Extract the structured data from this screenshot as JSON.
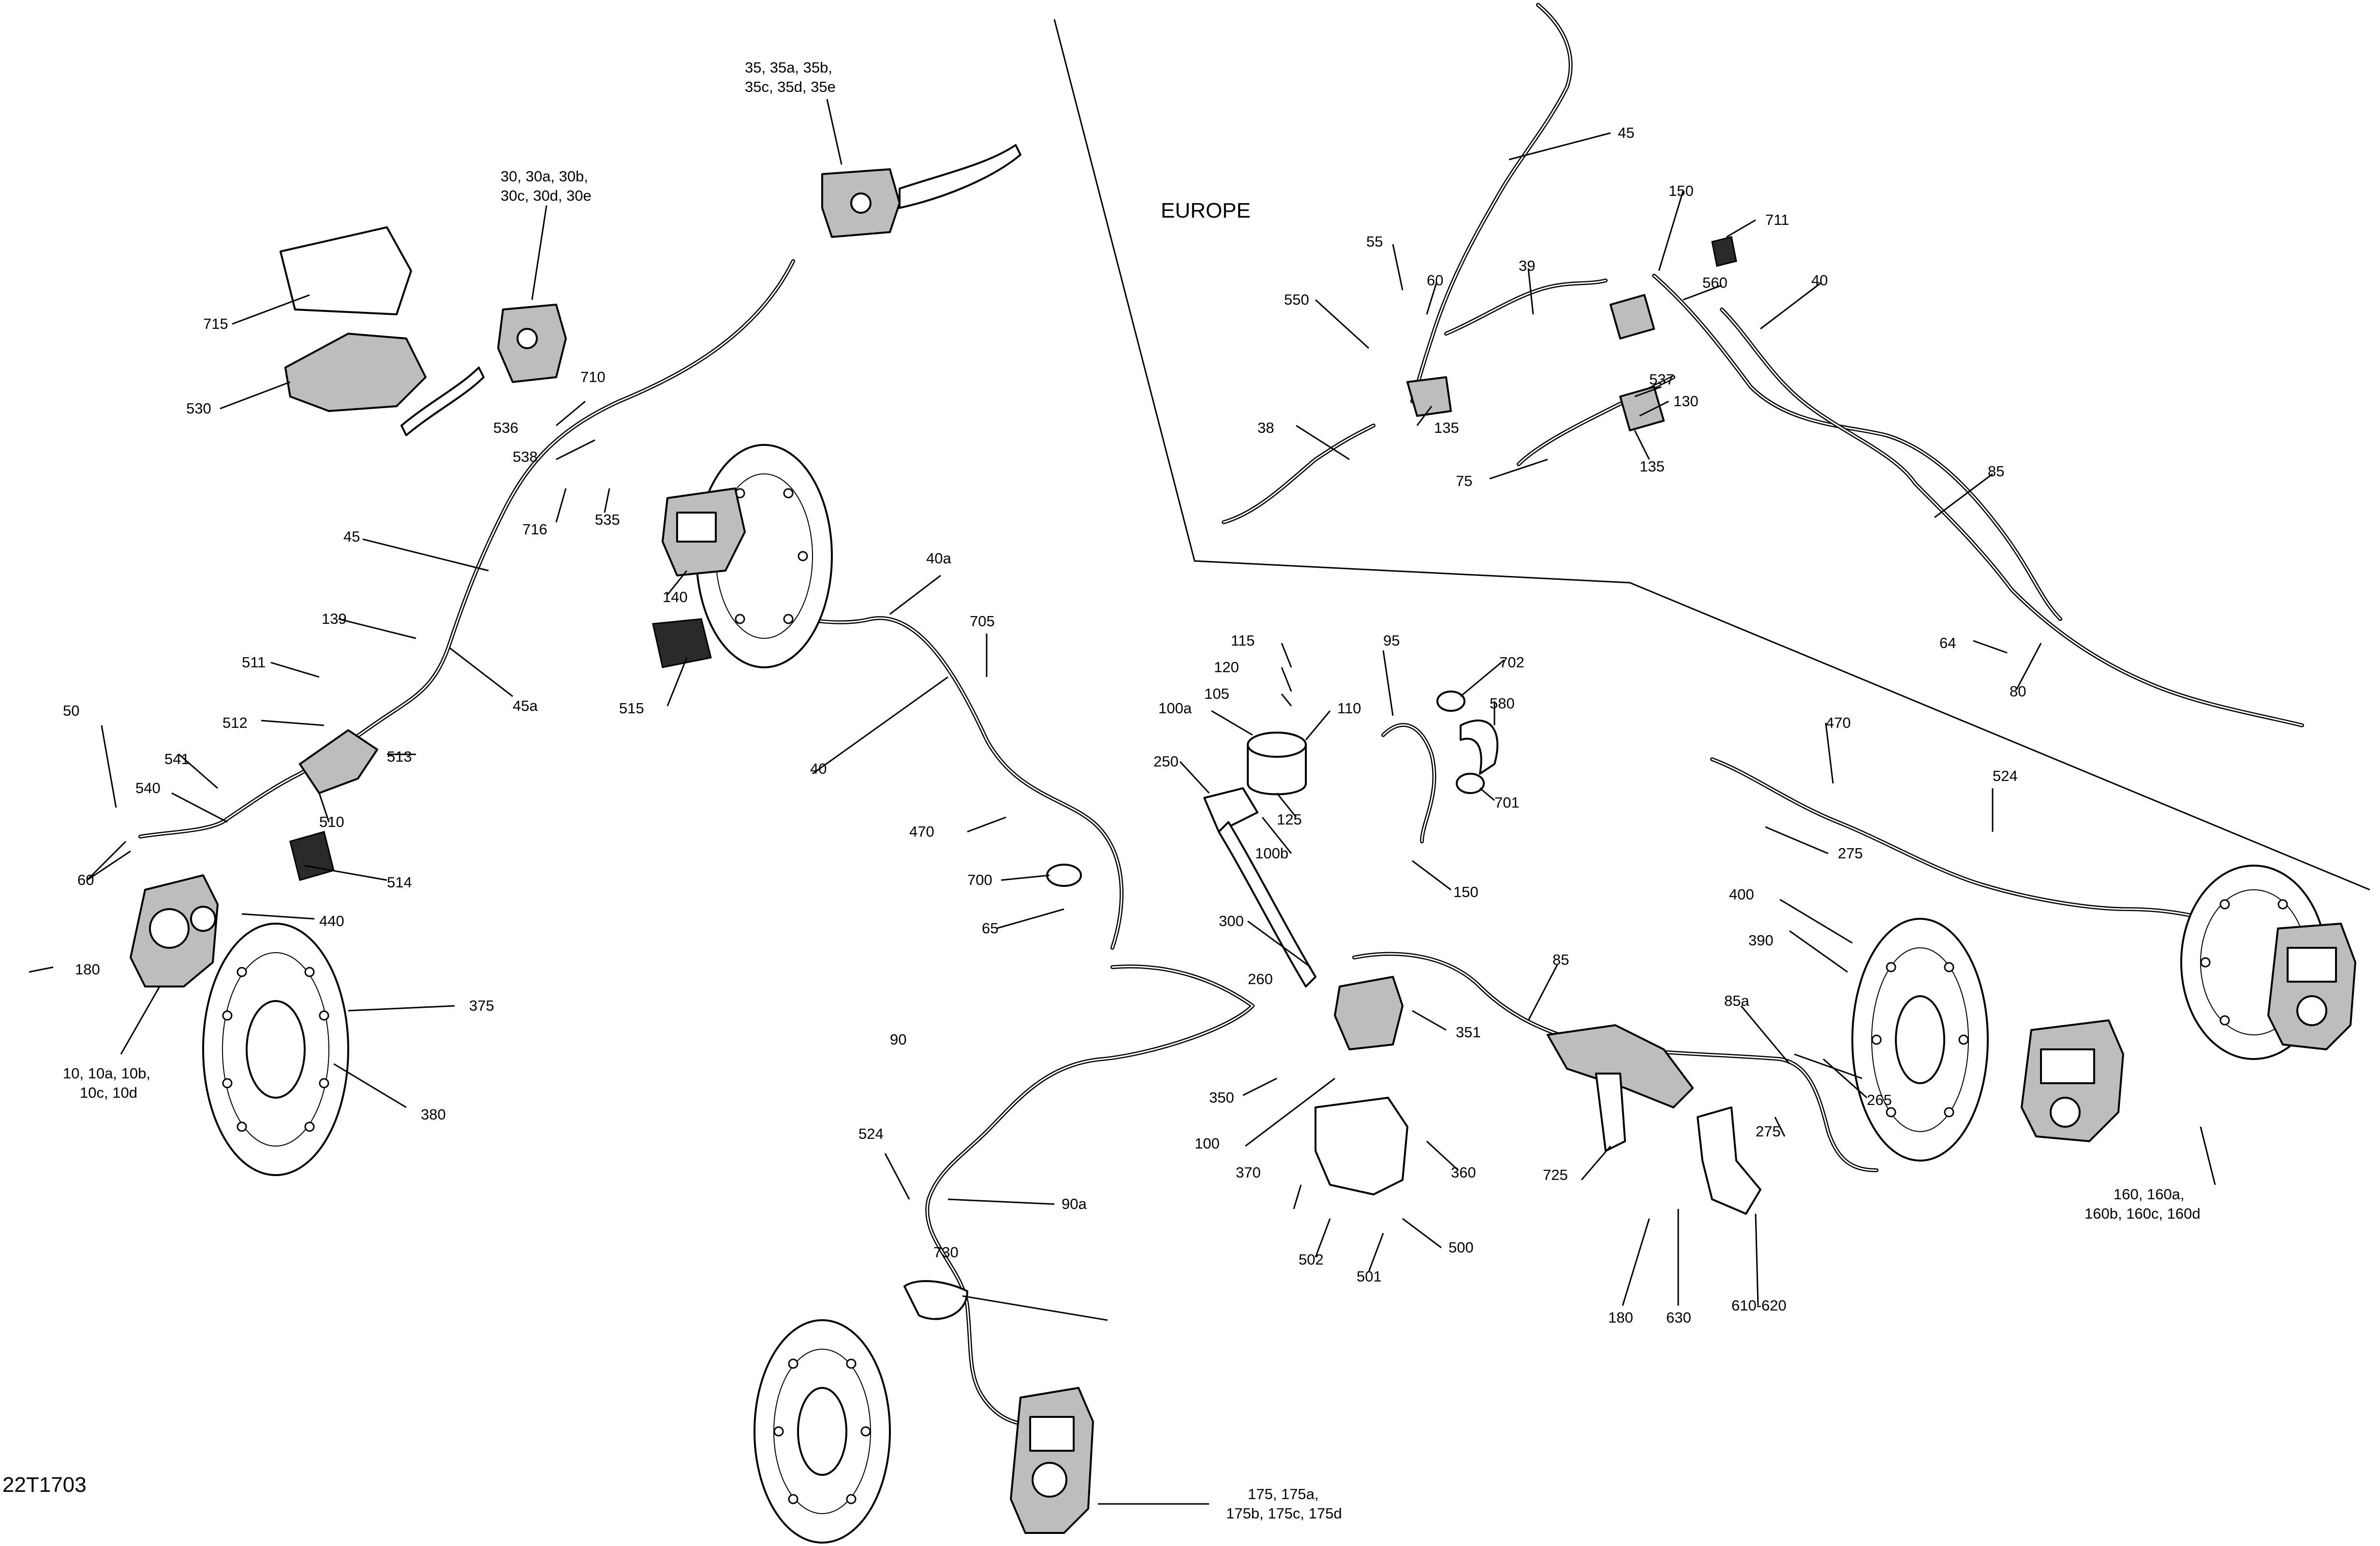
{
  "drawing_id": "22T1703",
  "region_label": "EUROPE",
  "callouts": {
    "c35": "35, 35a, 35b,",
    "c35b": "35c, 35d, 35e",
    "c30": "30, 30a, 30b,",
    "c30b": "30c, 30d, 30e",
    "c715": "715",
    "c530": "530",
    "c710": "710",
    "c536": "536",
    "c538": "538",
    "c716": "716",
    "c535": "535",
    "c45_left": "45",
    "c139": "139",
    "c45a": "45a",
    "c511": "511",
    "c512": "512",
    "c50": "50",
    "c541": "541",
    "c513": "513",
    "c540": "540",
    "c510": "510",
    "c60_left": "60",
    "c514": "514",
    "c440": "440",
    "c180_left": "180",
    "c10": "10, 10a, 10b,",
    "c10b": "10c, 10d",
    "c375": "375",
    "c380": "380",
    "c140": "140",
    "c515": "515",
    "c40a": "40a",
    "c705": "705",
    "c40_mid": "40",
    "c470_mid": "470",
    "c700": "700",
    "c65": "65",
    "c45_top": "45",
    "c55": "55",
    "c60_top": "60",
    "c39": "39",
    "c550": "550",
    "c38": "38",
    "c135a": "135",
    "c150_top": "150",
    "c711": "711",
    "c560": "560",
    "c40_top": "40",
    "c537": "537",
    "c130": "130",
    "c135b": "135",
    "c75": "75",
    "c85_top": "85",
    "c64": "64",
    "c80": "80",
    "c115": "115",
    "c120": "120",
    "c105": "105",
    "c100a": "100a",
    "c110": "110",
    "c95": "95",
    "c702": "702",
    "c580": "580",
    "c250": "250",
    "c125": "125",
    "c701": "701",
    "c100b": "100b",
    "c150_mid": "150",
    "c470_right": "470",
    "c524_right": "524",
    "c275a": "275",
    "c300": "300",
    "c260": "260",
    "c85_mid": "85",
    "c351": "351",
    "c400": "400",
    "c390": "390",
    "c85a": "85a",
    "c265": "265",
    "c275b": "275",
    "c90": "90",
    "c350": "350",
    "c100": "100",
    "c360": "360",
    "c725": "725",
    "c524_bot": "524",
    "c90a": "90a",
    "c370": "370",
    "c502": "502",
    "c501": "501",
    "c500": "500",
    "c180_bot": "180",
    "c630": "630",
    "c610": "610-620",
    "c160": "160, 160a,",
    "c160b": "160b, 160c, 160d",
    "c730": "730",
    "c175": "175, 175a,",
    "c175b": "175b, 175c, 175d"
  }
}
